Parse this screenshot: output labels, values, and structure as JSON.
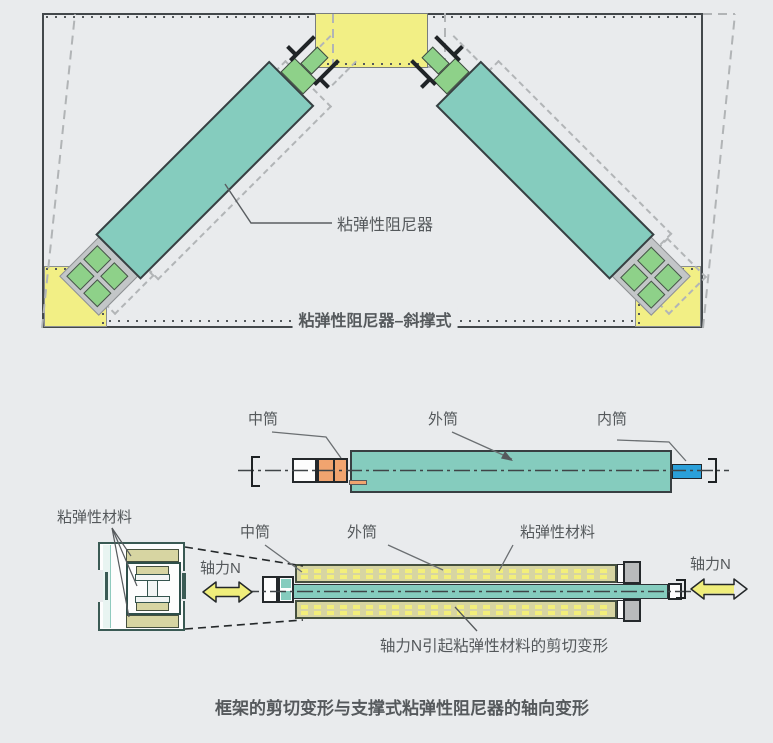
{
  "figure1": {
    "damper_label": "粘弹性阻尼器",
    "caption": "粘弹性阻尼器–斜撑式"
  },
  "figure2": {
    "label_middle_tube": "中筒",
    "label_outer_tube": "外筒",
    "label_inner_tube": "内筒"
  },
  "figure3": {
    "label_viscoelastic_material_left": "粘弹性材料",
    "label_middle_tube": "中筒",
    "label_outer_tube": "外筒",
    "label_viscoelastic_material_right": "粘弹性材料",
    "label_axial_force_left": "轴力N",
    "label_axial_force_right": "轴力N",
    "shear_caption": "轴力N引起粘弹性材料的剪切变形"
  },
  "main_caption": "框架的剪切变形与支撑式粘弹性阻尼器的轴向变形",
  "colors": {
    "background": "#e9ebed",
    "teal": "#85ccbe",
    "yellow_block": "#f2ef85",
    "green_connector": "#8ed189",
    "orange_tube": "#f1a46f",
    "blue_tube": "#2ba0da",
    "olive_material": "#d7d5a2",
    "yellow_dash": "#f3ef7a",
    "arrow_yellow": "#f0ee7b",
    "gray_block": "#b9bbbc",
    "frame_line": "#43484b"
  }
}
